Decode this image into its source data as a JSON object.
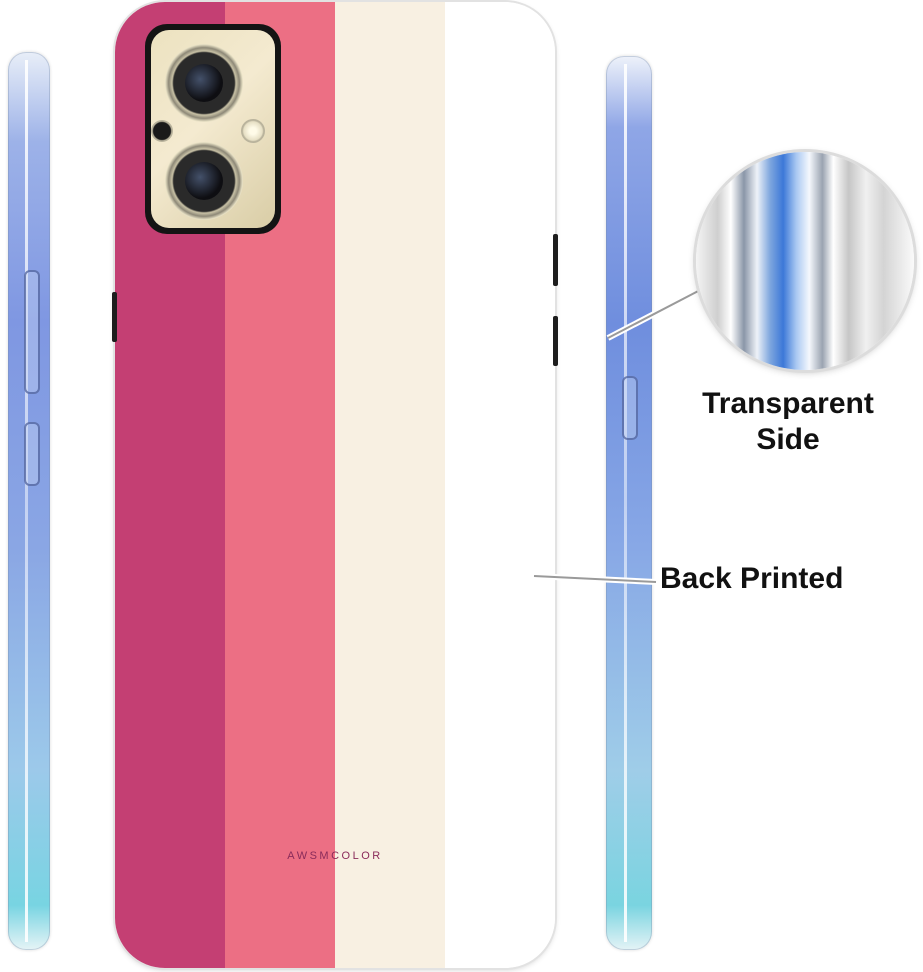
{
  "brand": {
    "case_print_text": "AWSMCOLOR"
  },
  "callouts": {
    "transparent_side_line1": "Transparent",
    "transparent_side_line2": "Side",
    "back_printed": "Back Printed"
  },
  "colors": {
    "stripe_1": "#c43f73",
    "stripe_2": "#ec6f84",
    "stripe_3": "#f8f0e2",
    "stripe_4": "#ffffff",
    "side_gradient_top": "#8aa0e0",
    "side_gradient_bottom": "#7fd8e6",
    "brand_text": "#8a2b5a"
  },
  "icons": [
    "camera-lens-icon",
    "flash-icon",
    "side-button-icon"
  ]
}
